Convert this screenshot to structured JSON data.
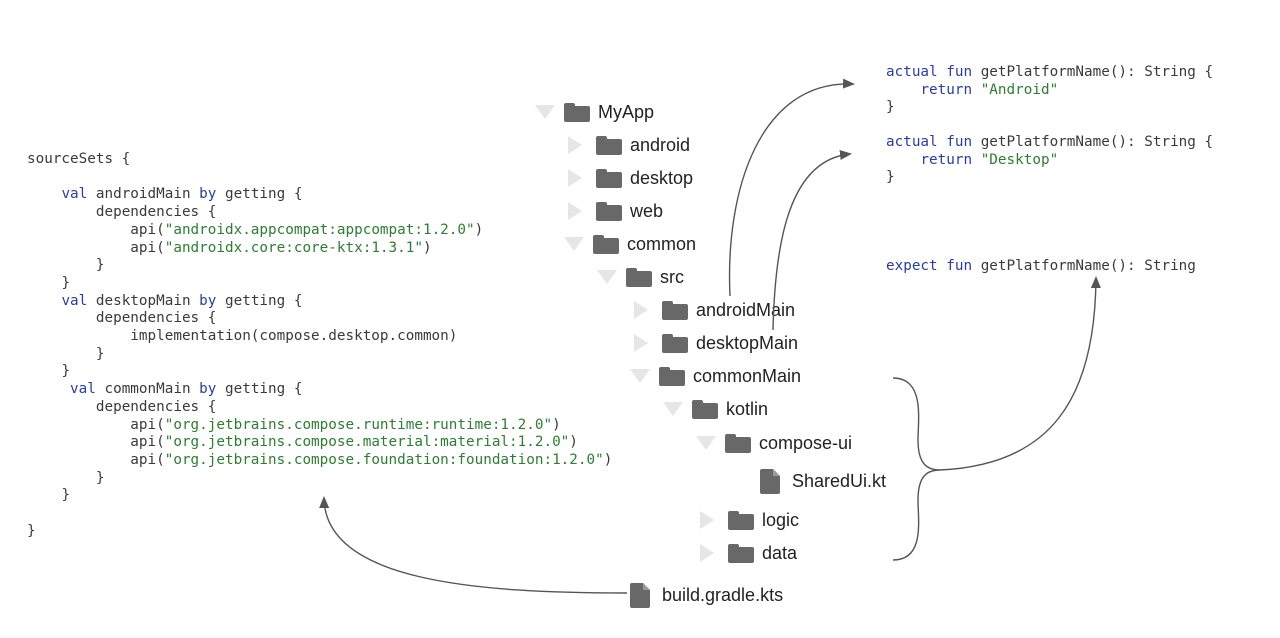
{
  "gradle_code": {
    "l1": "sourceSets {",
    "android_main": {
      "kw_val": "val",
      "name": "androidMain",
      "kw_by": "by",
      "rest": "getting {"
    },
    "deps_open": "dependencies {",
    "android_dep1": {
      "fn": "api(",
      "str": "\"androidx.appcompat:appcompat:1.2.0\"",
      "end": ")"
    },
    "android_dep2": {
      "fn": "api(",
      "str": "\"androidx.core:core-ktx:1.3.1\"",
      "end": ")"
    },
    "close": "}",
    "desktop_main": {
      "kw_val": "val",
      "name": "desktopMain",
      "kw_by": "by",
      "rest": "getting {"
    },
    "desktop_dep": "implementation(compose.desktop.common)",
    "common_main": {
      "kw_val": "val",
      "name": "commonMain",
      "kw_by": "by",
      "rest": "getting {"
    },
    "common_dep1": {
      "fn": "api(",
      "str": "\"org.jetbrains.compose.runtime:runtime:1.2.0\"",
      "end": ")"
    },
    "common_dep2": {
      "fn": "api(",
      "str": "\"org.jetbrains.compose.material:material:1.2.0\"",
      "end": ")"
    },
    "common_dep3": {
      "fn": "api(",
      "str": "\"org.jetbrains.compose.foundation:foundation:1.2.0\"",
      "end": ")"
    }
  },
  "tree": {
    "myapp": "MyApp",
    "android": "android",
    "desktop": "desktop",
    "web": "web",
    "common": "common",
    "src": "src",
    "android_main": "androidMain",
    "desktop_main": "desktopMain",
    "common_main": "commonMain",
    "kotlin": "kotlin",
    "compose_ui": "compose-ui",
    "shared_ui": "SharedUi.kt",
    "logic": "logic",
    "data": "data",
    "build_gradle": "build.gradle.kts"
  },
  "android_actual": {
    "kw_actual": "actual",
    "kw_fun": "fun",
    "sig": "getPlatformName(): String {",
    "kw_return": "return",
    "str": "\"Android\"",
    "close": "}"
  },
  "desktop_actual": {
    "kw_actual": "actual",
    "kw_fun": "fun",
    "sig": "getPlatformName(): String {",
    "kw_return": "return",
    "str": "\"Desktop\"",
    "close": "}"
  },
  "common_expect": {
    "kw_expect": "expect",
    "kw_fun": "fun",
    "sig": "getPlatformName(): String"
  },
  "colors": {
    "keyword": "#2a3d9e",
    "string": "#2e7d32",
    "folder_icon": "#686868",
    "arrow": "#555555"
  }
}
